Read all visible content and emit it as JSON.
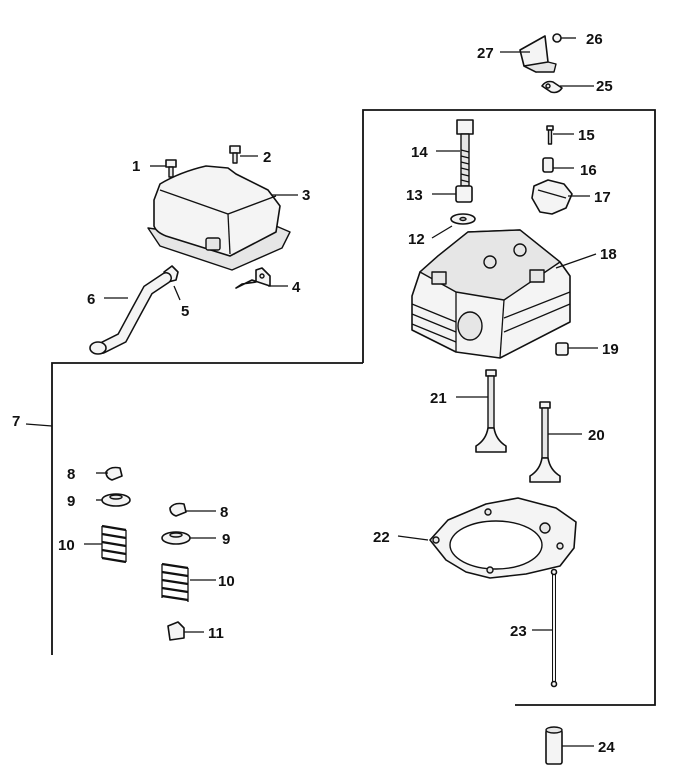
{
  "labels": {
    "p1": "1",
    "p2": "2",
    "p3": "3",
    "p4": "4",
    "p5": "5",
    "p6": "6",
    "p7": "7",
    "p8a": "8",
    "p8b": "8",
    "p9a": "9",
    "p9b": "9",
    "p10a": "10",
    "p10b": "10",
    "p11": "11",
    "p12": "12",
    "p13": "13",
    "p14": "14",
    "p15": "15",
    "p16": "16",
    "p17": "17",
    "p18": "18",
    "p19": "19",
    "p20": "20",
    "p21": "21",
    "p22": "22",
    "p23": "23",
    "p24": "24",
    "p25": "25",
    "p26": "26",
    "p27": "27"
  }
}
